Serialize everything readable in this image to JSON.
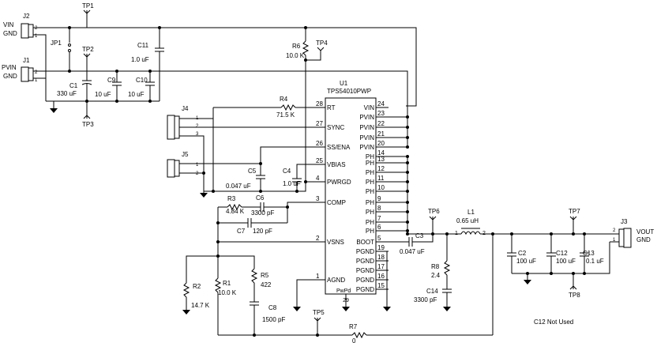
{
  "connectors": {
    "j2": {
      "ref": "J2",
      "net_top": "VIN",
      "net_bottom": "GND",
      "pin1": "1",
      "pin2": "2"
    },
    "j1": {
      "ref": "J1",
      "net_top": "PVIN",
      "net_bottom": "GND",
      "pin1": "1",
      "pin2": "2"
    },
    "j4": {
      "ref": "J4",
      "pin1": "1",
      "pin2": "2",
      "pin3": "3"
    },
    "j5": {
      "ref": "J5",
      "pin1": "1",
      "pin2": "2"
    },
    "j3": {
      "ref": "J3",
      "net_top": "VOUT",
      "net_bottom": "GND",
      "pin1": "1",
      "pin2": "2"
    }
  },
  "jumper": {
    "ref": "JP1"
  },
  "testpoints": {
    "tp1": "TP1",
    "tp2": "TP2",
    "tp3": "TP3",
    "tp4": "TP4",
    "tp5": "TP5",
    "tp6": "TP6",
    "tp7": "TP7",
    "tp8": "TP8"
  },
  "caps": {
    "c1": {
      "ref": "C1",
      "value": "330 uF"
    },
    "c9": {
      "ref": "C9",
      "value": "10 uF"
    },
    "c10": {
      "ref": "C10",
      "value": "10 uF"
    },
    "c11": {
      "ref": "C11",
      "value": "1.0 uF"
    },
    "c5": {
      "ref": "C5",
      "value": "0.047 uF"
    },
    "c4": {
      "ref": "C4",
      "value": "1.0 uF"
    },
    "c6": {
      "ref": "C6",
      "value": "3300 pF"
    },
    "c7": {
      "ref": "C7",
      "value": "120 pF"
    },
    "c8": {
      "ref": "C8",
      "value": "1500 pF"
    },
    "c3": {
      "ref": "C3",
      "value": "0.047 uF"
    },
    "c14": {
      "ref": "C14",
      "value": "3300 pF"
    },
    "c2": {
      "ref": "C2",
      "value": "100 uF"
    },
    "c12": {
      "ref": "C12",
      "value": "100 uF"
    },
    "c13": {
      "ref": "C13",
      "value": "0.1 uF"
    }
  },
  "resistors": {
    "r6": {
      "ref": "R6",
      "value": "10.0 K"
    },
    "r4": {
      "ref": "R4",
      "value": "71.5 K"
    },
    "r3": {
      "ref": "R3",
      "value": "4.84 K"
    },
    "r1": {
      "ref": "R1",
      "value": "10.0 K"
    },
    "r2": {
      "ref": "R2",
      "value": "14.7 K"
    },
    "r5": {
      "ref": "R5",
      "value": "422"
    },
    "r8": {
      "ref": "R8",
      "value": "2.4"
    },
    "r7": {
      "ref": "R7",
      "value": "0"
    }
  },
  "inductor": {
    "ref": "L1",
    "value": "0.65 uH",
    "pin1": "1",
    "pin2": "2"
  },
  "ic": {
    "ref": "U1",
    "part": "TPS54010PWP",
    "left_pins": [
      {
        "name": "RT",
        "num": "28"
      },
      {
        "name": "SYNC",
        "num": "27"
      },
      {
        "name": "SS/ENA",
        "num": "26"
      },
      {
        "name": "VBIAS",
        "num": "25"
      },
      {
        "name": "PWRGD",
        "num": "4"
      },
      {
        "name": "COMP",
        "num": "3"
      },
      {
        "name": "VSNS",
        "num": "2"
      },
      {
        "name": "AGND",
        "num": "1"
      }
    ],
    "right_pins": [
      {
        "name": "VIN",
        "num": "24"
      },
      {
        "name": "PVIN",
        "num": "23"
      },
      {
        "name": "PVIN",
        "num": "22"
      },
      {
        "name": "PVIN",
        "num": "21"
      },
      {
        "name": "PVIN",
        "num": "20"
      },
      {
        "name": "PH",
        "num": "14"
      },
      {
        "name": "PH",
        "num": "13"
      },
      {
        "name": "PH",
        "num": "12"
      },
      {
        "name": "PH",
        "num": "11"
      },
      {
        "name": "PH",
        "num": "10"
      },
      {
        "name": "PH",
        "num": "9"
      },
      {
        "name": "PH",
        "num": "8"
      },
      {
        "name": "PH",
        "num": "7"
      },
      {
        "name": "PH",
        "num": "6"
      },
      {
        "name": "BOOT",
        "num": "5"
      },
      {
        "name": "PGND",
        "num": "19"
      },
      {
        "name": "PGND",
        "num": "18"
      },
      {
        "name": "PGND",
        "num": "17"
      },
      {
        "name": "PGND",
        "num": "16"
      },
      {
        "name": "PGND",
        "num": "15"
      }
    ],
    "pad": {
      "name": "PwPd",
      "num": "29"
    }
  },
  "note": "C12 Not Used"
}
